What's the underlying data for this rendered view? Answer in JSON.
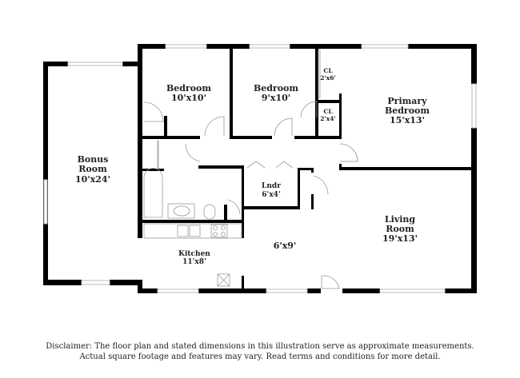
{
  "rooms": [
    {
      "name": "Bonus Room",
      "line1": "Bonus",
      "line2": "Room",
      "dims": "10'x24'"
    },
    {
      "name": "Bedroom",
      "dims": "10'x10'"
    },
    {
      "name": "Bedroom",
      "dims": "9'x10'"
    },
    {
      "name": "CL",
      "dims": "2'x6'"
    },
    {
      "name": "CL",
      "dims": "2'x4'"
    },
    {
      "name": "Primary Bedroom",
      "line1": "Primary",
      "line2": "Bedroom",
      "dims": "15'x13'"
    },
    {
      "name": "Lndr",
      "dims": "6'x4'"
    },
    {
      "name": "Living Room",
      "line1": "Living",
      "line2": "Room",
      "dims": "19'x13'"
    },
    {
      "name": "",
      "dims": "6'x9'"
    },
    {
      "name": "Kitchen",
      "dims": "11'x8'"
    }
  ],
  "disclaimer": {
    "line1": "Disclaimer: The floor plan and stated dimensions in this illustration serve as approximate measurements.",
    "line2": "Actual square footage and features may vary. Read terms and conditions for more detail."
  },
  "colors": {
    "wall": "#000000",
    "window": "#bbbbbb",
    "fixture": "#999999"
  }
}
